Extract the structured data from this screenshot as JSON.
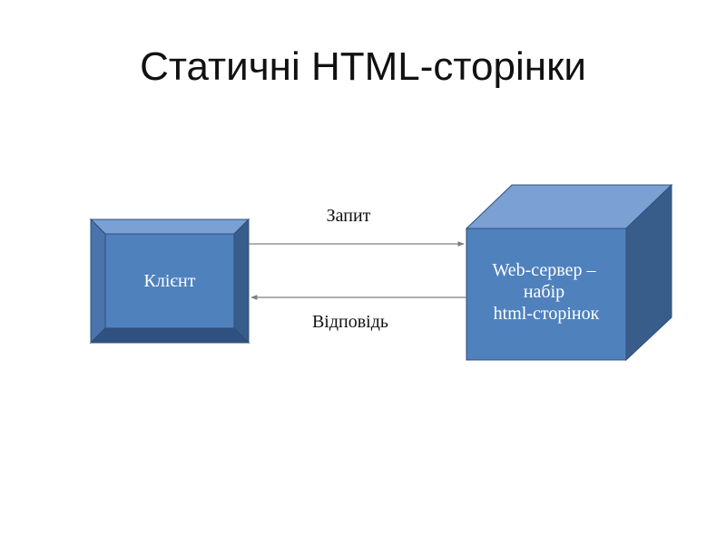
{
  "title": "Статичні HTML-сторінки",
  "client": {
    "label": "Клієнт"
  },
  "server": {
    "lines": [
      "Web-сервер –",
      "набір",
      "html-сторінок"
    ]
  },
  "arrows": {
    "request_label": "Запит",
    "response_label": "Відповідь"
  },
  "colors": {
    "face": "#4f81bd",
    "dark": "#385d8a",
    "light": "#7aa0d4",
    "border": "#2f4f7a",
    "arrow": "#7f7f7f"
  }
}
